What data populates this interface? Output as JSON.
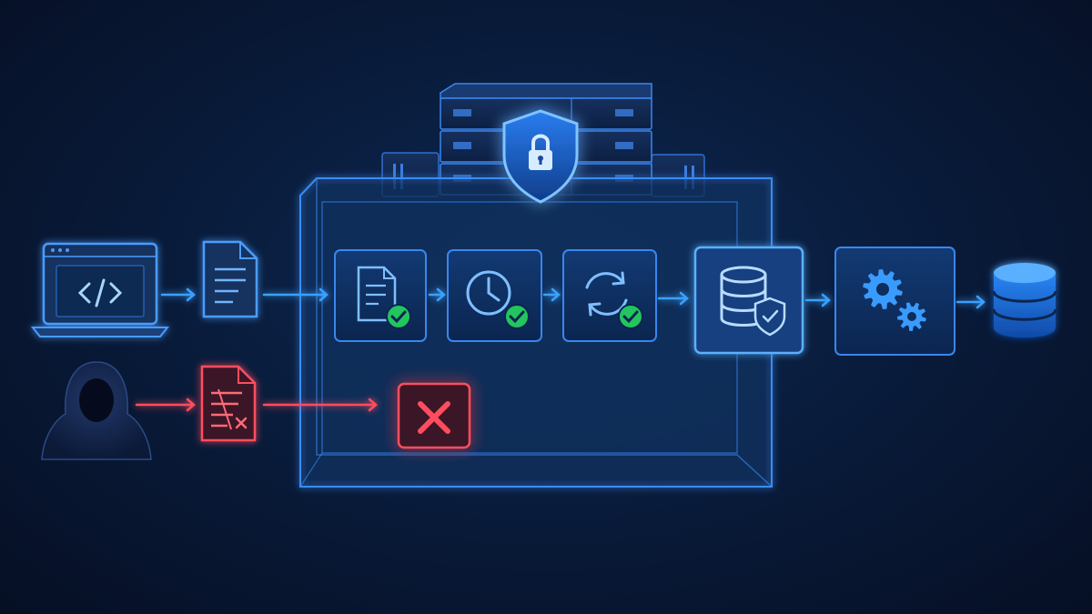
{
  "colors": {
    "background": "#091c3c",
    "accent": "#3a9bff",
    "accent_light": "#9fd2ff",
    "panel_fill": "#0f2d5c",
    "success": "#22c55e",
    "danger": "#ff4d5e",
    "danger_fill": "#3a1526",
    "attacker": "#1c2f57"
  },
  "nodes": [
    {
      "id": "developer-laptop",
      "icon": "code-laptop-icon",
      "status": "normal"
    },
    {
      "id": "source-file",
      "icon": "document-icon",
      "status": "normal"
    },
    {
      "id": "validate-document",
      "icon": "document-check-icon",
      "status": "passed"
    },
    {
      "id": "timestamp-check",
      "icon": "clock-icon",
      "status": "passed"
    },
    {
      "id": "sync-check",
      "icon": "refresh-icon",
      "status": "passed"
    },
    {
      "id": "secure-database",
      "icon": "database-shield-icon",
      "status": "normal"
    },
    {
      "id": "processing",
      "icon": "gears-icon",
      "status": "normal"
    },
    {
      "id": "target-database",
      "icon": "database-icon",
      "status": "normal"
    },
    {
      "id": "attacker",
      "icon": "hooded-attacker-icon",
      "status": "threat"
    },
    {
      "id": "tampered-file",
      "icon": "tampered-document-icon",
      "status": "threat"
    },
    {
      "id": "blocked",
      "icon": "close-x-icon",
      "status": "rejected"
    }
  ],
  "server_stack": {
    "icon": "server-stack-icon",
    "badge": "shield-lock-icon"
  }
}
